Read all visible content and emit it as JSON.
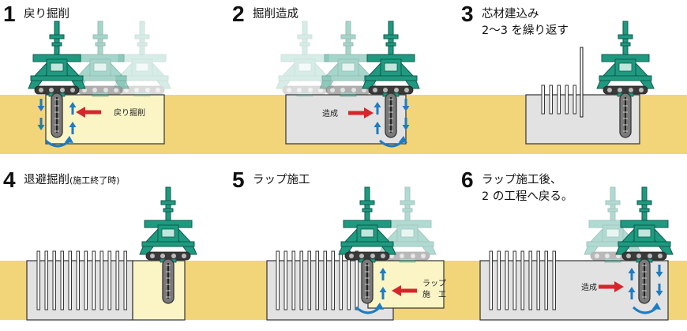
{
  "colors": {
    "ground": "#f2d579",
    "trench_excavated": "#fbf5c6",
    "trench_built": "#e2e2e2",
    "machine": "#1e9a80",
    "machine_outline": "#0f5c4c",
    "arrow_blue": "#1d7cc4",
    "arrow_red": "#d6262b"
  },
  "steps": [
    {
      "number": "1",
      "title": "戻り掘削",
      "arrow_label": "戻り掘削"
    },
    {
      "number": "2",
      "title": "掘削造成",
      "arrow_label": "造成"
    },
    {
      "number": "3",
      "title": "芯材建込み",
      "title_line2": "2〜3 を繰り返す"
    },
    {
      "number": "4",
      "title": "退避掘削",
      "title_note": "(施工終了時)"
    },
    {
      "number": "5",
      "title": "ラップ施工",
      "arrow_label_line1": "ラップ",
      "arrow_label_line2": "施　工"
    },
    {
      "number": "6",
      "title": "ラップ施工後、",
      "title_line2": "2 の工程へ戻る。",
      "arrow_label": "造成"
    }
  ]
}
